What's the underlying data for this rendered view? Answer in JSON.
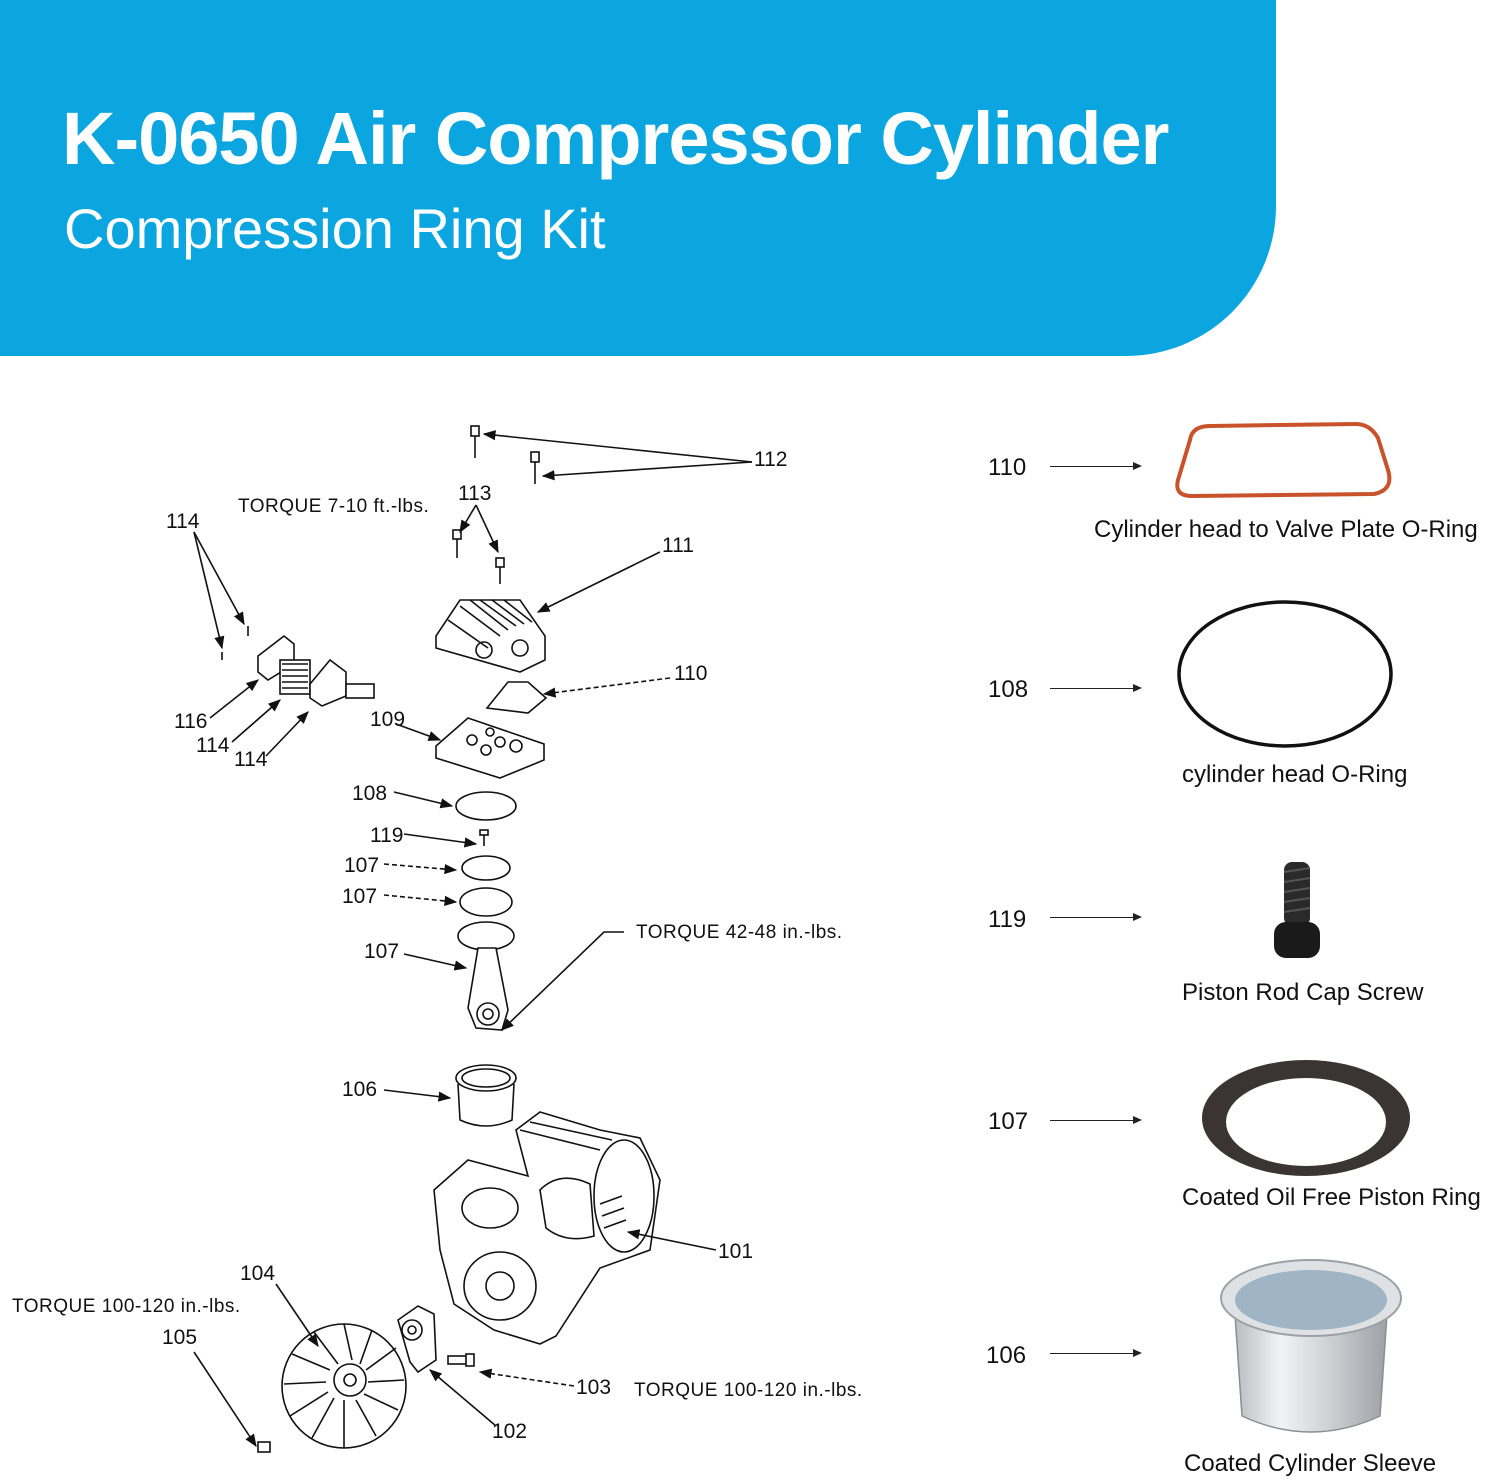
{
  "header": {
    "title": "K-0650 Air Compressor Cylinder",
    "subtitle": "Compression Ring Kit",
    "accent_color": "#0ba6e0"
  },
  "diagram": {
    "labels": {
      "p112": "112",
      "p113": "113",
      "p114a": "114",
      "p111": "111",
      "p110": "110",
      "p116": "116",
      "p114b": "114",
      "p114c": "114",
      "p109": "109",
      "p108": "108",
      "p119": "119",
      "p107a": "107",
      "p107b": "107",
      "p107c": "107",
      "p106": "106",
      "p101": "101",
      "p104": "104",
      "p105": "105",
      "p103": "103",
      "p102": "102"
    },
    "torque": {
      "head": "TORQUE  7-10 ft.-lbs.",
      "rod": "TORQUE  42-48 in.-lbs.",
      "fan": "TORQUE  100-120 in.-lbs.",
      "eccentric": "TORQUE  100-120 in.-lbs."
    }
  },
  "kit_parts": [
    {
      "number": "110",
      "name": "Cylinder head to Valve Plate O-Ring",
      "icon": "valve-plate-o-ring-icon"
    },
    {
      "number": "108",
      "name": "cylinder head O-Ring",
      "icon": "o-ring-icon"
    },
    {
      "number": "119",
      "name": "Piston Rod Cap Screw",
      "icon": "cap-screw-icon"
    },
    {
      "number": "107",
      "name": "Coated Oil Free Piston Ring",
      "icon": "piston-ring-icon"
    },
    {
      "number": "106",
      "name": "Coated Cylinder Sleeve",
      "icon": "cylinder-sleeve-icon"
    }
  ]
}
